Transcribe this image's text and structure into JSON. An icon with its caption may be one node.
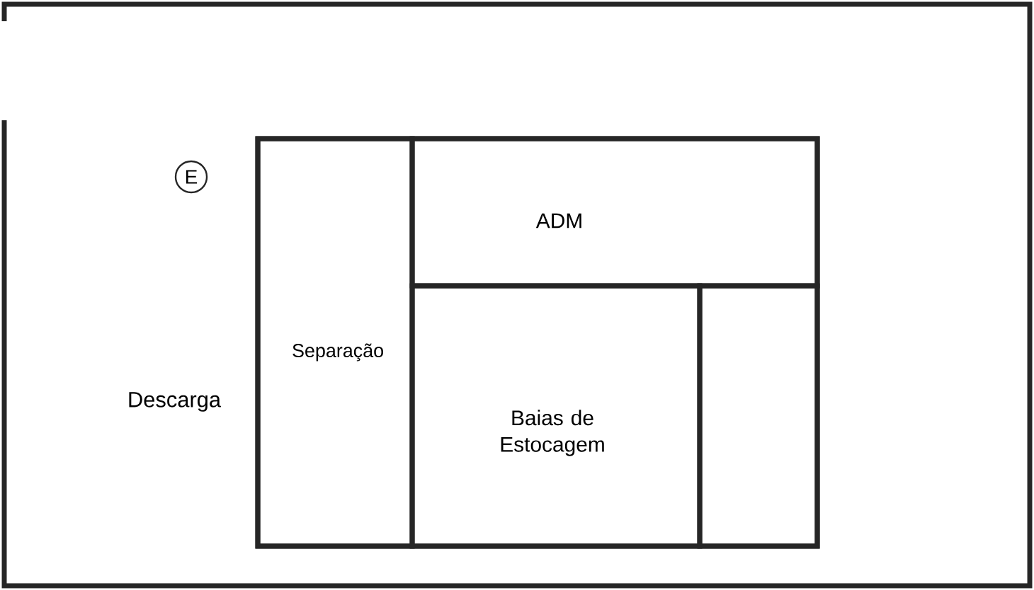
{
  "diagram": {
    "nodes": [
      {
        "text": [
          "Descarga"
        ]
      },
      {
        "text": [
          "E"
        ],
        "in": 0
      },
      {
        "text": [],
        "shape": "box",
        "in": 0
      },
      {
        "text": [
          "Separação"
        ],
        "in": 2
      },
      {
        "text": [
          "ADM"
        ],
        "in": 2
      },
      {
        "text": [
          "Baias de Estocagem"
        ],
        "in": 2
      },
      {
        "text": [],
        "shape": "box",
        "in": 2
      }
    ]
  }
}
